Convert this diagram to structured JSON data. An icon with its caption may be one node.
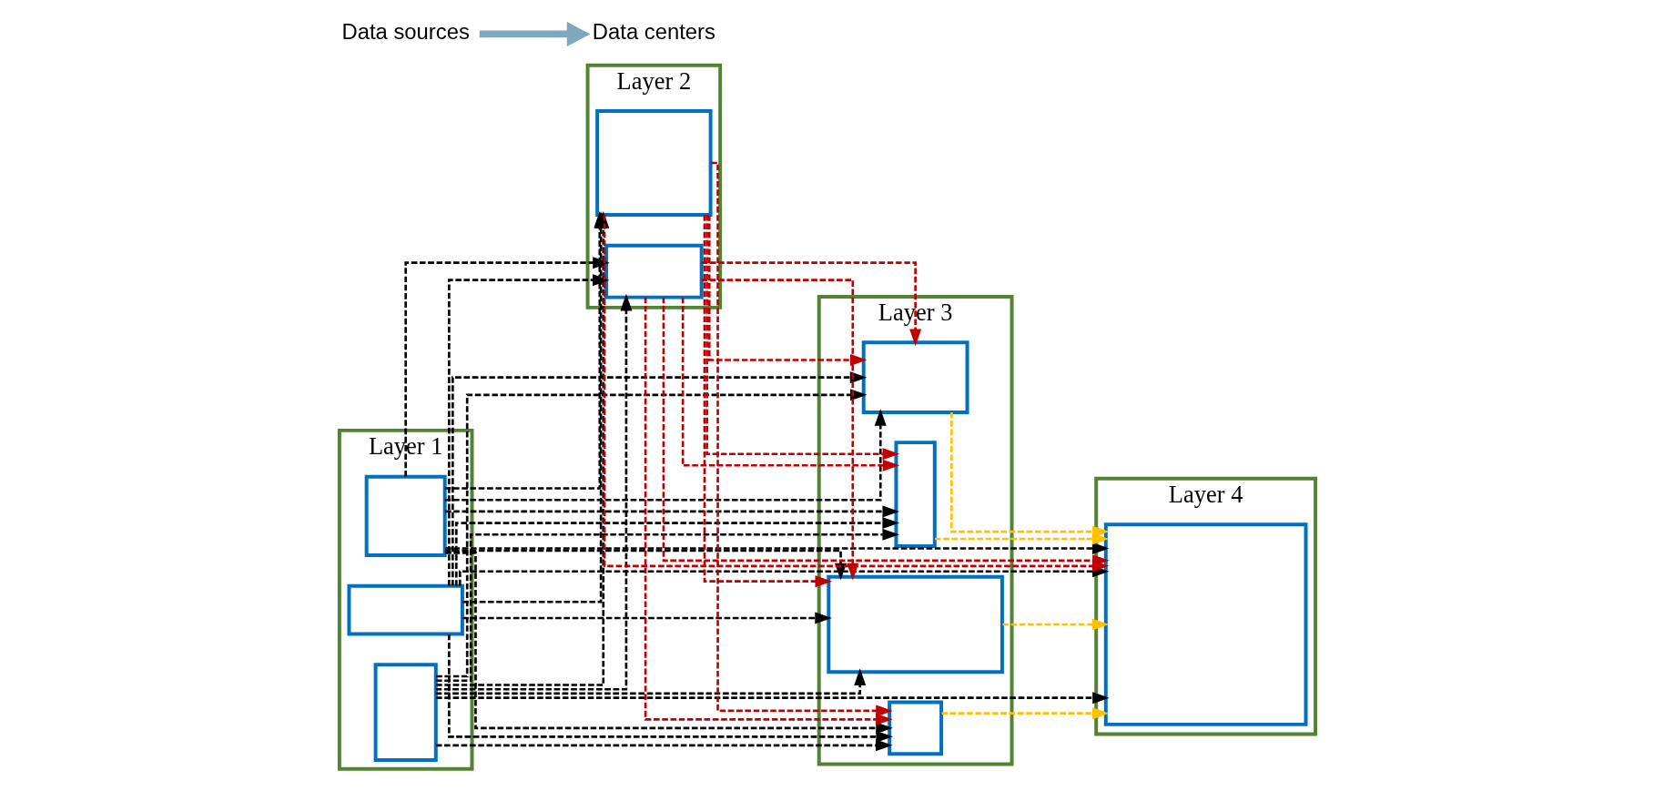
{
  "diagram": {
    "nodes": [
      {
        "text": [
          "Layer 1"
        ]
      },
      {
        "text": [],
        "shape": "box",
        "in": 0
      },
      {
        "text": [],
        "shape": "box",
        "in": 0
      },
      {
        "text": [],
        "shape": "box",
        "in": 0
      },
      {
        "text": [
          "Layer 2"
        ]
      },
      {
        "text": [],
        "shape": "box",
        "in": 4
      },
      {
        "text": [],
        "shape": "box",
        "in": 4
      },
      {
        "text": [
          "Layer 3"
        ]
      },
      {
        "text": [],
        "shape": "box",
        "in": 7
      },
      {
        "text": [],
        "shape": "box",
        "in": 7
      },
      {
        "text": [],
        "shape": "box",
        "in": 7
      },
      {
        "text": [],
        "shape": "box",
        "in": 7
      },
      {
        "text": [
          "Layer 4"
        ]
      },
      {
        "text": [],
        "shape": "box",
        "in": 12
      },
      {
        "text": [
          "Data sources"
        ]
      },
      {
        "text": [
          "Data centers"
        ]
      }
    ],
    "edges": [
      {
        "from": 1,
        "to": 5,
        "arrow": "to",
        "style": "dashed"
      },
      {
        "from": 1,
        "to": 6,
        "arrow": "to",
        "style": "dashed"
      },
      {
        "from": 1,
        "to": 8,
        "arrow": "to",
        "style": "dashed"
      },
      {
        "from": 1,
        "to": 9,
        "arrow": "to",
        "style": "dashed"
      },
      {
        "from": 1,
        "to": 10,
        "arrow": "to",
        "style": "dashed"
      },
      {
        "from": 1,
        "to": 11,
        "arrow": "to",
        "style": "dashed"
      },
      {
        "from": 1,
        "to": 13,
        "arrow": "to",
        "style": "dashed"
      },
      {
        "from": 2,
        "to": 5,
        "arrow": "to",
        "style": "dashed"
      },
      {
        "from": 2,
        "to": 6,
        "arrow": "to",
        "style": "dashed"
      },
      {
        "from": 2,
        "to": 8,
        "arrow": "to",
        "style": "dashed"
      },
      {
        "from": 2,
        "to": 9,
        "arrow": "to",
        "style": "dashed"
      },
      {
        "from": 2,
        "to": 10,
        "arrow": "to",
        "style": "dashed"
      },
      {
        "from": 2,
        "to": 11,
        "arrow": "to",
        "style": "dashed"
      },
      {
        "from": 2,
        "to": 13,
        "arrow": "to",
        "style": "dashed"
      },
      {
        "from": 3,
        "to": 5,
        "arrow": "to",
        "style": "dashed"
      },
      {
        "from": 3,
        "to": 6,
        "arrow": "to",
        "style": "dashed"
      },
      {
        "from": 3,
        "to": 8,
        "arrow": "to",
        "style": "dashed"
      },
      {
        "from": 3,
        "to": 9,
        "arrow": "to",
        "style": "dashed"
      },
      {
        "from": 3,
        "to": 10,
        "arrow": "to",
        "style": "dashed"
      },
      {
        "from": 3,
        "to": 11,
        "arrow": "to",
        "style": "dashed"
      },
      {
        "from": 3,
        "to": 13,
        "arrow": "to",
        "style": "dashed"
      },
      {
        "from": 5,
        "to": 8,
        "arrow": "to",
        "style": "dashed",
        "color": "#c00000"
      },
      {
        "from": 5,
        "to": 9,
        "arrow": "to",
        "style": "dashed",
        "color": "#c00000"
      },
      {
        "from": 5,
        "to": 10,
        "arrow": "to",
        "style": "dashed",
        "color": "#c00000"
      },
      {
        "from": 5,
        "to": 11,
        "arrow": "to",
        "style": "dashed",
        "color": "#c00000"
      },
      {
        "from": 5,
        "to": 13,
        "arrow": "to",
        "style": "dashed",
        "color": "#c00000"
      },
      {
        "from": 6,
        "to": 8,
        "arrow": "to",
        "style": "dashed",
        "color": "#c00000"
      },
      {
        "from": 6,
        "to": 9,
        "arrow": "to",
        "style": "dashed",
        "color": "#c00000"
      },
      {
        "from": 6,
        "to": 10,
        "arrow": "to",
        "style": "dashed",
        "color": "#c00000"
      },
      {
        "from": 6,
        "to": 11,
        "arrow": "to",
        "style": "dashed",
        "color": "#c00000"
      },
      {
        "from": 6,
        "to": 13,
        "arrow": "to",
        "style": "dashed",
        "color": "#c00000"
      },
      {
        "from": 8,
        "to": 13,
        "arrow": "to",
        "style": "dashed",
        "color": "#ffc000"
      },
      {
        "from": 9,
        "to": 13,
        "arrow": "to",
        "style": "dashed",
        "color": "#ffc000"
      },
      {
        "from": 10,
        "to": 13,
        "arrow": "to",
        "style": "dashed",
        "color": "#ffc000"
      },
      {
        "from": 11,
        "to": 13,
        "arrow": "to",
        "style": "dashed",
        "color": "#ffc000"
      },
      {
        "from": 14,
        "to": 15,
        "arrow": "to",
        "style": "thick",
        "color": "#7fa7bd"
      }
    ]
  }
}
